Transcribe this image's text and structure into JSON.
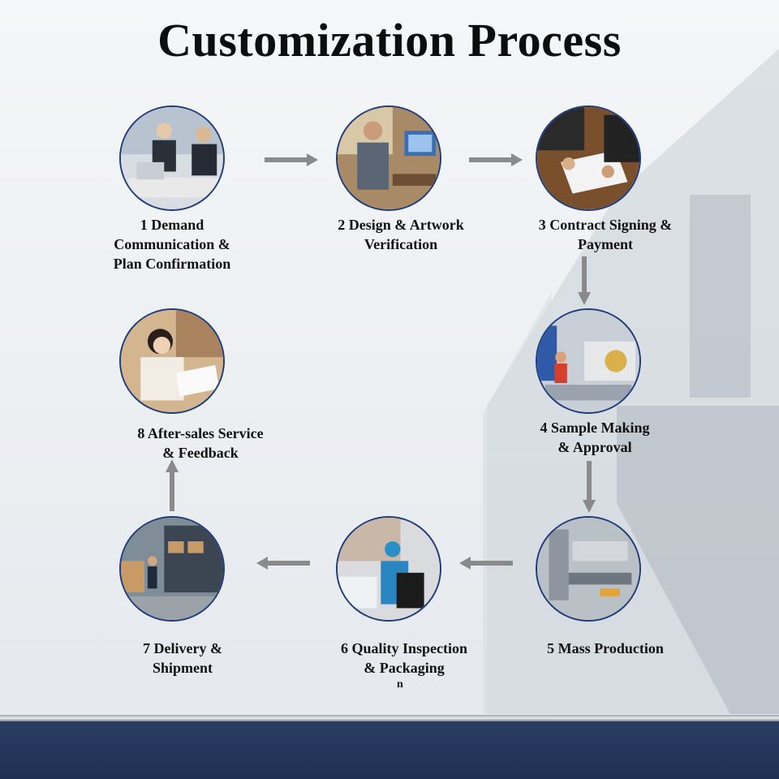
{
  "title": "Customization Process",
  "steps": [
    {
      "num": "1",
      "lines": [
        "1 Demand",
        "Communication &",
        "Plan Confirmation"
      ],
      "icon": "meeting-photo"
    },
    {
      "num": "2",
      "lines": [
        "2 Design & Artwork",
        "Verification"
      ],
      "icon": "designer-photo"
    },
    {
      "num": "3",
      "lines": [
        "3 Contract Signing &",
        "Payment"
      ],
      "icon": "contract-photo"
    },
    {
      "num": "4",
      "lines": [
        "4 Sample Making",
        "& Approval"
      ],
      "icon": "lab-machine-photo"
    },
    {
      "num": "5",
      "lines": [
        "5 Mass Production"
      ],
      "icon": "factory-line-photo"
    },
    {
      "num": "6",
      "lines": [
        "6 Quality Inspection",
        "& Packaging",
        "n"
      ],
      "icon": "inspection-photo"
    },
    {
      "num": "7",
      "lines": [
        "7 Delivery &",
        "Shipment"
      ],
      "icon": "warehouse-photo"
    },
    {
      "num": "8",
      "lines": [
        "8 After-sales Service",
        "& Feedback"
      ],
      "icon": "phone-call-photo"
    }
  ],
  "colors": {
    "circle_border": "#1f3b7a",
    "arrow": "#8a8a8a",
    "footer": "#1e2f52"
  }
}
